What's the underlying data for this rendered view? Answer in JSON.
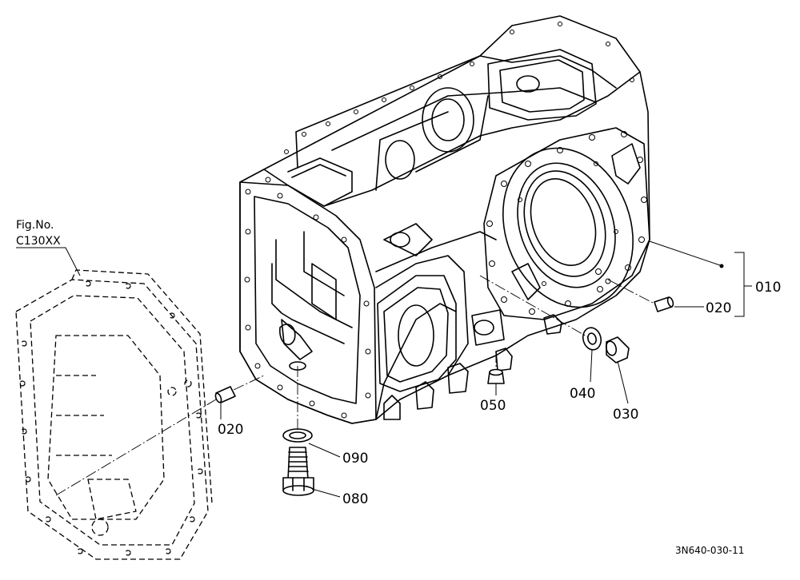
{
  "figure": {
    "ref_label_line1": "Fig.No.",
    "ref_label_line2": "C130XX",
    "drawing_code": "3N640-030-11"
  },
  "callouts": {
    "p010": "010",
    "p020_right": "020",
    "p020_left": "020",
    "p030": "030",
    "p040": "040",
    "p050": "050",
    "p080": "080",
    "p090": "090"
  }
}
